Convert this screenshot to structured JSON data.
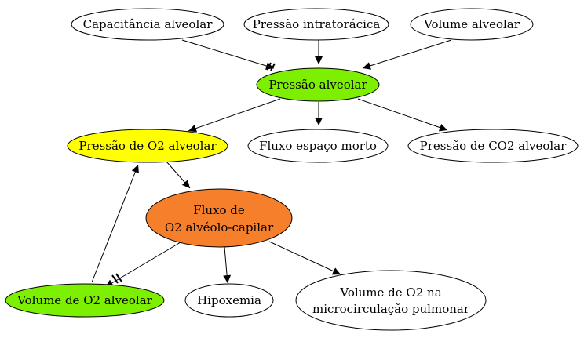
{
  "nodes": {
    "capacitancia": {
      "label": "Capacitância alveolar",
      "fill": "#ffffff"
    },
    "pressao_intratoracica": {
      "label": "Pressão intratorácica",
      "fill": "#ffffff"
    },
    "volume_alveolar": {
      "label": "Volume alveolar",
      "fill": "#ffffff"
    },
    "pressao_alveolar": {
      "label": "Pressão alveolar",
      "fill": "#7cf000"
    },
    "pressao_o2_alveolar": {
      "label": "Pressão de O2 alveolar",
      "fill": "#ffff00"
    },
    "fluxo_espaco_morto": {
      "label": "Fluxo espaço morto",
      "fill": "#ffffff"
    },
    "pressao_co2_alveolar": {
      "label": "Pressão de CO2 alveolar",
      "fill": "#ffffff"
    },
    "fluxo_o2": {
      "line1": "Fluxo de",
      "line2": "O2 alvéolo-capilar",
      "fill": "#f67f2c"
    },
    "volume_o2_alveolar": {
      "label": "Volume de O2 alveolar",
      "fill": "#7cf000"
    },
    "hipoxemia": {
      "label": "Hipoxemia",
      "fill": "#ffffff"
    },
    "volume_o2_micro": {
      "line1": "Volume de O2 na",
      "line2": "microcirculação pulmonar",
      "fill": "#ffffff"
    }
  },
  "edges": [
    {
      "from": "Capacitância alveolar",
      "to": "Pressão alveolar",
      "marker": "double-slash"
    },
    {
      "from": "Pressão intratorácica",
      "to": "Pressão alveolar"
    },
    {
      "from": "Volume alveolar",
      "to": "Pressão alveolar"
    },
    {
      "from": "Pressão alveolar",
      "to": "Pressão de O2 alveolar"
    },
    {
      "from": "Pressão alveolar",
      "to": "Fluxo espaço morto"
    },
    {
      "from": "Pressão alveolar",
      "to": "Pressão de CO2 alveolar"
    },
    {
      "from": "Pressão de O2 alveolar",
      "to": "Fluxo de O2 alvéolo-capilar"
    },
    {
      "from": "Volume de O2 alveolar",
      "to": "Pressão de O2 alveolar"
    },
    {
      "from": "Fluxo de O2 alvéolo-capilar",
      "to": "Volume de O2 alveolar",
      "marker": "double-slash"
    },
    {
      "from": "Fluxo de O2 alvéolo-capilar",
      "to": "Hipoxemia"
    },
    {
      "from": "Fluxo de O2 alvéolo-capilar",
      "to": "Volume de O2 na microcirculação pulmonar"
    }
  ]
}
